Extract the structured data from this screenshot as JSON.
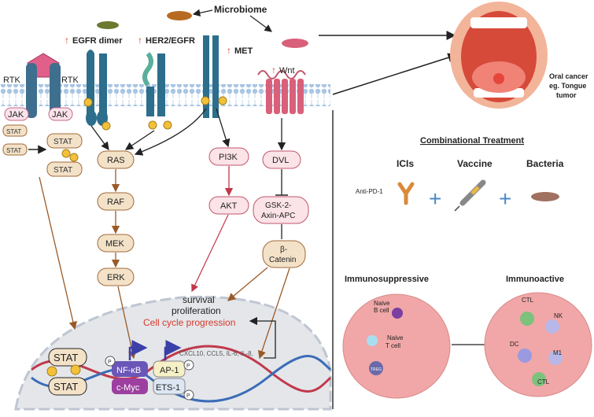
{
  "labels": {
    "microbiome": "Microbiome",
    "egfr_dimer": "EGFR dimer",
    "her2_egfr": "HER2/EGFR",
    "met": "MET",
    "wnt": "Wnt",
    "up_arrow": "↑",
    "rtk_left": "RTK",
    "rtk_right": "RTK",
    "jak_left": "JAK",
    "jak_right": "JAK",
    "stat": "STAT",
    "phospho": "P",
    "ras": "RAS",
    "raf": "RAF",
    "mek": "MEK",
    "erk": "ERK",
    "pi3k": "PI3K",
    "akt": "AKT",
    "dvl": "DVL",
    "gsk_line1": "GSK-2-",
    "gsk_line2": "Axin-APC",
    "beta_line1": "β-",
    "beta_line2": "Catenin",
    "survival": "survival",
    "proliferation": "proliferation",
    "cell_cycle": "Cell cycle progression",
    "nfkb": "NF-κB",
    "cmyc": "c-Myc",
    "ap1": "AP-1",
    "ets1": "ETS-1",
    "cytokines": "CXCL10, CCL5, IL-6, IL-8,",
    "oral_cancer_line1": "Oral cancer",
    "oral_cancer_line2": "eg. Tongue",
    "oral_cancer_line3": "tumor",
    "combinational_title": "Combinational Treatment",
    "icis": "ICIs",
    "vaccine": "Vaccine",
    "bacteria": "Bacteria",
    "anti_pd1": "Anti-PD-1",
    "plus": "+",
    "immunosuppressive": "Immunosuppressive",
    "immunoactive": "Immunoactive",
    "naive_b_line1": "Naive",
    "naive_b_line2": "B cell",
    "naive_t_line1": "Naive",
    "naive_t_line2": "T cell",
    "treg": "TREG",
    "ctl": "CTL",
    "nk": "NK",
    "dc": "DC",
    "m1": "M1"
  },
  "colors": {
    "membrane": "#b9d3ea",
    "receptor_blue": "#2c6e8c",
    "wnt_red": "#d9607a",
    "node_fill": "#f3e2c8",
    "node_stroke": "#a26a3a",
    "pink_fill": "#fbe3e8",
    "pink_stroke": "#c0566c",
    "nucleus": "#e6e8ec",
    "tumor": "#f1a7a7",
    "accent_red": "#d63a2a"
  }
}
